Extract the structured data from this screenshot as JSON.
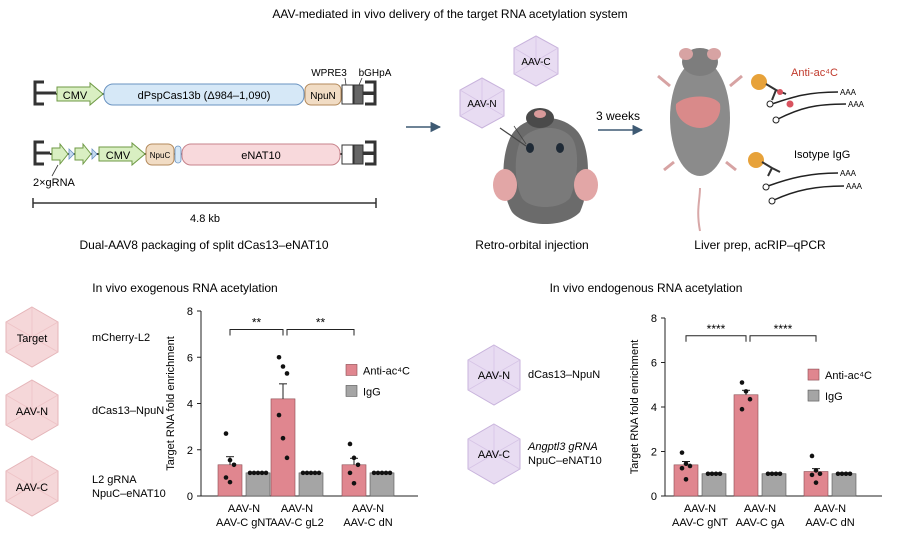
{
  "title": "AAV-mediated in vivo delivery of the target RNA acetylation system",
  "colors": {
    "cmv": "#d9efc2",
    "cmv_stroke": "#6f9a45",
    "dcas": "#d6e8f7",
    "dcas_stroke": "#6a93c1",
    "npu": "#f1dcc4",
    "npu_stroke": "#b48a5b",
    "enat": "#f8d9dc",
    "enat_stroke": "#c7838b",
    "anti_bar": "#e0868f",
    "igg_bar": "#a5a5a5",
    "virus_pink": "#f5d7d9",
    "virus_purple": "#e8dcf2",
    "arrow": "#3e5a73",
    "anti_text": "#c0392b"
  },
  "schematic": {
    "construct1": {
      "cmv": "CMV",
      "dcas": "dPspCas13b (Δ984–1,090)",
      "npun": "NpuN",
      "wpre": "WPRE3",
      "bgh": "bGHpA"
    },
    "construct2": {
      "cmv": "CMV",
      "npuc": "NpuC",
      "enat": "eNAT10",
      "grna": "2×gRNA"
    },
    "scale": "4.8 kb",
    "caption_left": "Dual-AAV8 packaging of split dCas13–eNAT10",
    "virus_c": "AAV-C",
    "virus_n": "AAV-N",
    "caption_mid": "Retro-orbital injection",
    "weeks": "3 weeks",
    "anti_label": "Anti-ac⁴C",
    "igg_label": "Isotype IgG",
    "polya": "AAA",
    "caption_right": "Liver prep, acRIP–qPCR"
  },
  "legend_left": {
    "title": "In vivo exogenous RNA acetylation",
    "items": [
      {
        "virus": "Target",
        "desc": [
          "mCherry-L2"
        ]
      },
      {
        "virus": "AAV-N",
        "desc": [
          "dCas13–NpuN"
        ]
      },
      {
        "virus": "AAV-C",
        "desc": [
          "L2 gRNA",
          "NpuC–eNAT10"
        ]
      }
    ]
  },
  "legend_right": {
    "title": "In vivo endogenous RNA acetylation",
    "items": [
      {
        "virus": "AAV-N",
        "desc": [
          "dCas13–NpuN"
        ]
      },
      {
        "virus": "AAV-C",
        "desc": [
          "Angptl3 gRNA",
          "NpuC–eNAT10"
        ]
      }
    ]
  },
  "chart_data": [
    {
      "type": "bar",
      "ylabel": "Target RNA fold enrichment",
      "ylim": [
        0,
        8
      ],
      "yticks": [
        "0",
        "2",
        "4",
        "6",
        "8"
      ],
      "categories": [
        [
          "AAV-N",
          "AAV-C gNT"
        ],
        [
          "AAV-N",
          "AAV-C gL2"
        ],
        [
          "AAV-N",
          "AAV-C dN"
        ]
      ],
      "series": [
        {
          "name": "Anti-ac4C",
          "values": [
            1.35,
            4.2,
            1.35
          ],
          "errors": [
            0.35,
            0.65,
            0.28
          ],
          "points": [
            [
              2.7,
              1.55,
              1.35,
              0.8,
              0.6
            ],
            [
              6.0,
              5.6,
              5.3,
              3.5,
              2.5,
              1.65
            ],
            [
              2.25,
              1.65,
              1.35,
              1.0,
              0.55
            ]
          ]
        },
        {
          "name": "IgG",
          "values": [
            1,
            1,
            1
          ],
          "errors": [
            0,
            0,
            0
          ],
          "points": [
            [
              1,
              1,
              1,
              1,
              1
            ],
            [
              1,
              1,
              1,
              1,
              1
            ],
            [
              1,
              1,
              1,
              1,
              1
            ]
          ]
        }
      ],
      "significance": [
        {
          "from": 0,
          "to": 1,
          "label": "**"
        },
        {
          "from": 1,
          "to": 2,
          "label": "**"
        }
      ],
      "legend": [
        "Anti-ac⁴C",
        "IgG"
      ],
      "legend_position": "right"
    },
    {
      "type": "bar",
      "ylabel": "Target RNA fold enrichment",
      "ylim": [
        0,
        8
      ],
      "yticks": [
        "0",
        "2",
        "4",
        "6",
        "8"
      ],
      "categories": [
        [
          "AAV-N",
          "AAV-C gNT"
        ],
        [
          "AAV-N",
          "AAV-C gA"
        ],
        [
          "AAV-N",
          "AAV-C dN"
        ]
      ],
      "series": [
        {
          "name": "Anti-ac4C",
          "values": [
            1.4,
            4.55,
            1.1
          ],
          "errors": [
            0.15,
            0.2,
            0.13
          ],
          "points": [
            [
              1.95,
              1.45,
              1.35,
              1.25,
              0.75
            ],
            [
              5.1,
              4.7,
              4.35,
              3.9
            ],
            [
              1.8,
              1.15,
              1.0,
              0.95,
              0.6
            ]
          ]
        },
        {
          "name": "IgG",
          "values": [
            1,
            1,
            1
          ],
          "errors": [
            0,
            0,
            0
          ],
          "points": [
            [
              1,
              1,
              1,
              1
            ],
            [
              1,
              1,
              1,
              1
            ],
            [
              1,
              1,
              1,
              1
            ]
          ]
        }
      ],
      "significance": [
        {
          "from": 0,
          "to": 1,
          "label": "****"
        },
        {
          "from": 1,
          "to": 2,
          "label": "****"
        }
      ],
      "legend": [
        "Anti-ac⁴C",
        "IgG"
      ],
      "legend_position": "right"
    }
  ]
}
